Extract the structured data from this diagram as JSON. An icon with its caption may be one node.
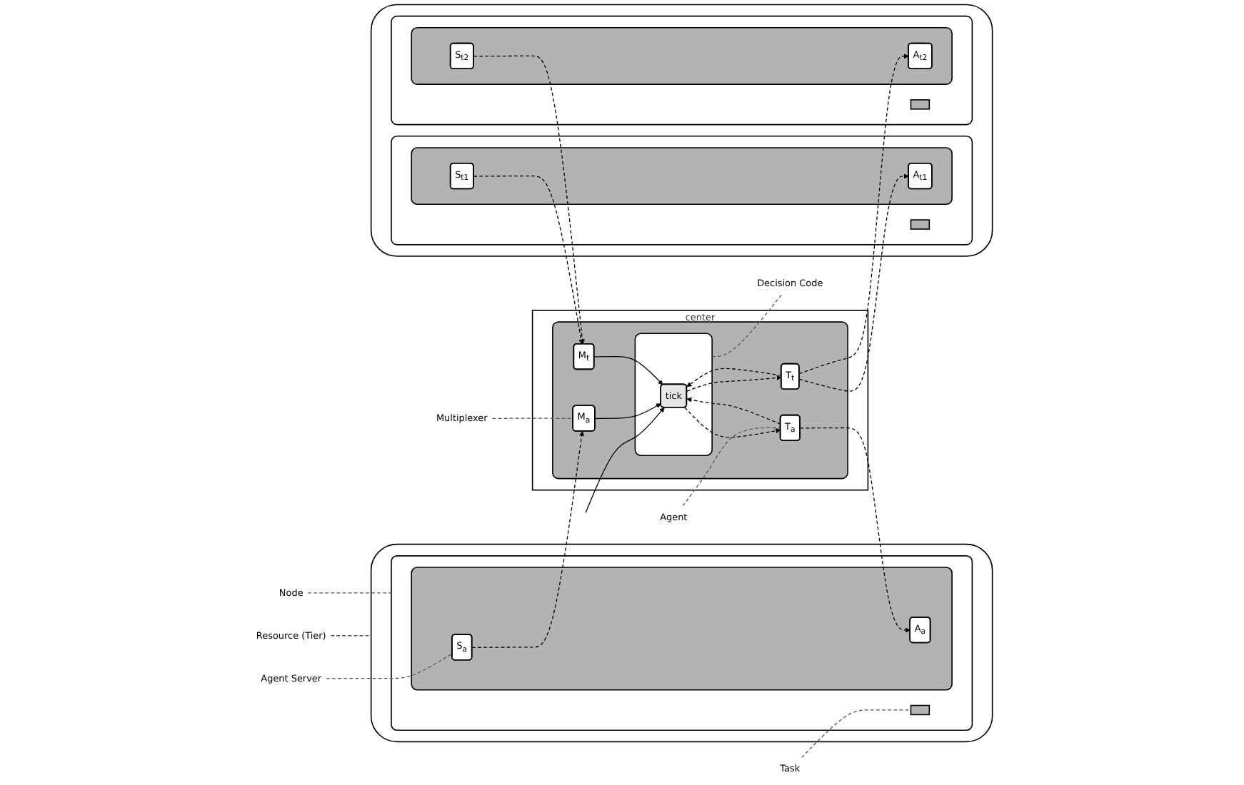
{
  "diagram": {
    "nodes": [
      {
        "text": [
          "center"
        ]
      },
      {
        "text": [],
        "shape": "box",
        "in": 0
      },
      {
        "text": [
          "M$_{a}$"
        ],
        "in": 1
      },
      {
        "text": [],
        "shape": "box",
        "in": 1
      },
      {
        "text": [
          "tick"
        ],
        "in": 3
      },
      {
        "text": [
          "M$_{t}$"
        ],
        "in": 1
      },
      {
        "text": [
          "T$_{a}$"
        ],
        "in": 1
      },
      {
        "text": [
          "T$_{t}$"
        ],
        "in": 1
      },
      {
        "text": [],
        "shape": "cloud"
      },
      {
        "text": [],
        "shape": "box",
        "in": 8
      },
      {
        "text": [],
        "shape": "box",
        "in": 9
      },
      {
        "text": [
          "S$_{a}$"
        ],
        "in": 10
      },
      {
        "text": [
          "A$_{a}$"
        ],
        "in": 10
      },
      {
        "text": [],
        "shape": "box",
        "in": 9
      },
      {
        "text": [],
        "shape": "cloud"
      },
      {
        "text": [],
        "shape": "box",
        "in": 14
      },
      {
        "text": [],
        "shape": "box",
        "in": 15
      },
      {
        "text": [
          "A$_{t1}$"
        ],
        "in": 16
      },
      {
        "text": [
          "S$_{t1}$"
        ],
        "in": 16
      },
      {
        "text": [],
        "shape": "box",
        "in": 15
      },
      {
        "text": [],
        "shape": "box",
        "in": 14
      },
      {
        "text": [],
        "shape": "box",
        "in": 20
      },
      {
        "text": [
          "A$_{t2}$"
        ],
        "in": 21
      },
      {
        "text": [
          "S$_{t2}$"
        ],
        "in": 21
      },
      {
        "text": [],
        "shape": "box",
        "in": 20
      },
      {
        "text": [
          "Decision Code"
        ]
      },
      {
        "text": [
          "Multiplexer"
        ]
      },
      {
        "text": [
          "Agent"
        ]
      },
      {
        "text": [
          "Agent Server"
        ]
      },
      {
        "text": [
          "Resource (Tier)"
        ]
      },
      {
        "text": [
          "Node"
        ]
      },
      {
        "text": [
          "Task"
        ]
      }
    ],
    "edges": [
      {
        "from": null,
        "to": 4,
        "arrow": "to"
      },
      {
        "from": 2,
        "to": 4,
        "arrow": "to"
      },
      {
        "from": 5,
        "to": 4,
        "arrow": "to"
      },
      {
        "from": 6,
        "to": 4,
        "arrow": "to",
        "style": "dashed"
      },
      {
        "from": 4,
        "to": 6,
        "arrow": "to",
        "style": "dashed"
      },
      {
        "from": 7,
        "to": 4,
        "arrow": "to",
        "style": "dashed"
      },
      {
        "from": 4,
        "to": 7,
        "arrow": "to",
        "style": "dashed"
      },
      {
        "from": 11,
        "to": 2,
        "arrow": "to",
        "style": "dashed"
      },
      {
        "from": 6,
        "to": 12,
        "arrow": "to",
        "style": "dashed"
      },
      {
        "from": 7,
        "to": 17,
        "arrow": "to",
        "style": "dashed"
      },
      {
        "from": 7,
        "to": 22,
        "arrow": "to",
        "style": "dashed"
      },
      {
        "from": 18,
        "to": 5,
        "arrow": "to",
        "style": "dashed"
      },
      {
        "from": 23,
        "to": 5,
        "arrow": "to",
        "style": "dashed"
      },
      {
        "from": 25,
        "to": 3,
        "arrow": "none",
        "style": "dashed",
        "color": "#555555"
      },
      {
        "from": 26,
        "to": 2,
        "arrow": "none",
        "style": "dashed",
        "color": "#555555"
      },
      {
        "from": 27,
        "to": 6,
        "arrow": "none",
        "style": "dashed",
        "color": "#555555"
      },
      {
        "from": 28,
        "to": 11,
        "arrow": "none",
        "style": "dashed",
        "color": "#555555"
      },
      {
        "from": 29,
        "to": 8,
        "arrow": "none",
        "style": "dashed",
        "color": "#555555"
      },
      {
        "from": 30,
        "to": 9,
        "arrow": "none",
        "style": "dashed",
        "color": "#555555"
      },
      {
        "from": 31,
        "to": 13,
        "arrow": "none",
        "style": "dashed",
        "color": "#555555"
      }
    ]
  }
}
